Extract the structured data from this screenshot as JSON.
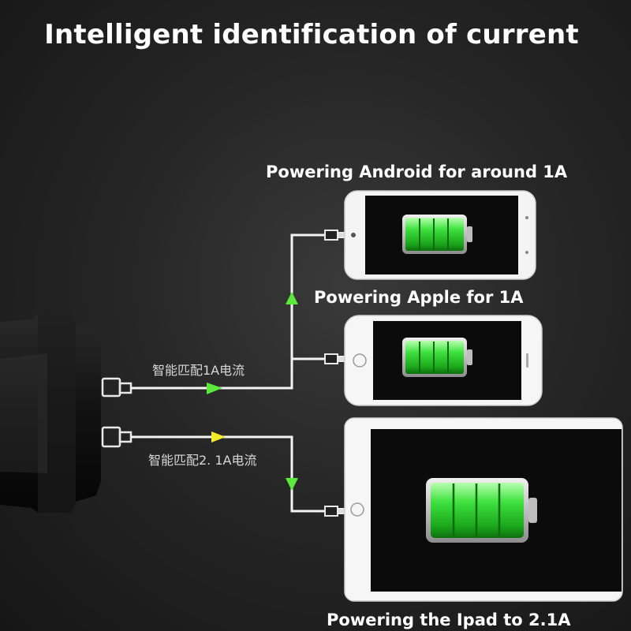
{
  "header": {
    "title": "Intelligent identification of current"
  },
  "captions": {
    "android": "Powering Android for around 1A",
    "apple": "Powering Apple for 1A",
    "ipad": "Powering the Ipad to 2.1A"
  },
  "port_labels": {
    "port1": "智能匹配1A电流",
    "port2": "智能匹配2. 1A电流"
  },
  "colors": {
    "battery_green": "#3ee13e",
    "arrow_green": "#5bea3c",
    "arrow_yellow": "#f2ec2a"
  },
  "devices": [
    {
      "name": "android-phone",
      "battery_level": 1.0
    },
    {
      "name": "iphone",
      "battery_level": 1.0
    },
    {
      "name": "ipad",
      "battery_level": 1.0
    }
  ]
}
